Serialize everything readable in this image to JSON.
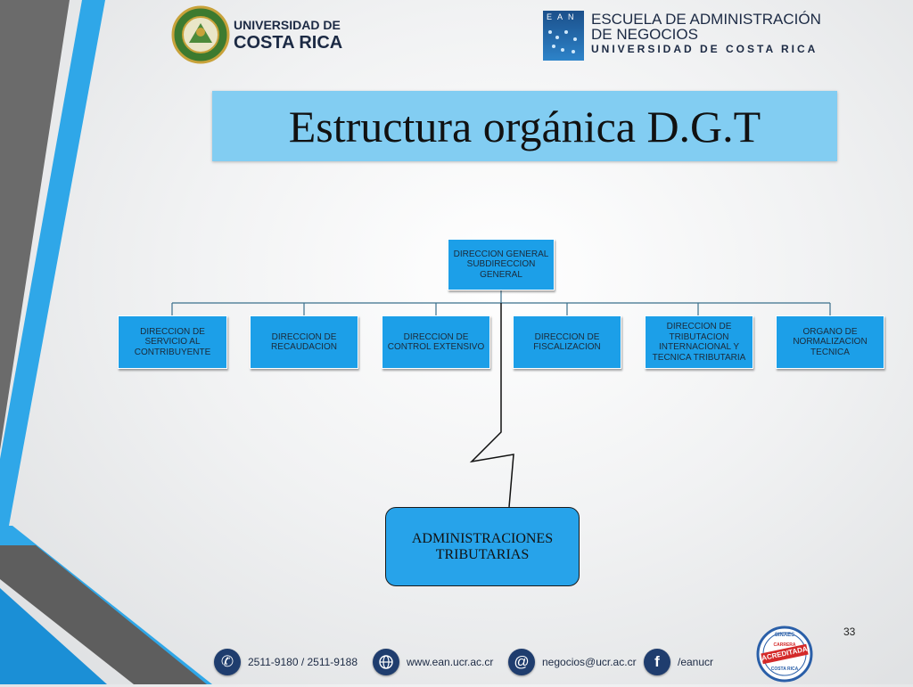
{
  "logos": {
    "ucr": {
      "line1": "UNIVERSIDAD DE",
      "line2": "COSTA RICA"
    },
    "ean": {
      "badge": "E A N",
      "line1": "ESCUELA DE ADMINISTRACIÓN",
      "line2": "DE NEGOCIOS",
      "line3": "UNIVERSIDAD DE COSTA RICA"
    }
  },
  "title": "Estructura orgánica D.G.T",
  "org_chart": {
    "root": "DIRECCION GENERAL\nSUBDIRECCION\nGENERAL",
    "children": [
      "DIRECCION DE\nSERVICIO AL\nCONTRIBUYENTE",
      "DIRECCION DE\nRECAUDACION",
      "DIRECCION DE\nCONTROL EXTENSIVO",
      "DIRECCION DE\nFISCALIZACION",
      "DIRECCION DE\nTRIBUTACION\nINTERNACIONAL Y\nTECNICA TRIBUTARIA",
      "ORGANO DE\nNORMALIZACION\nTECNICA"
    ],
    "bottom": "ADMINISTRACIONES\nTRIBUTARIAS"
  },
  "page_number": "33",
  "footer": {
    "phone": "2511-9180 / 2511-9188",
    "web": "www.ean.ucr.ac.cr",
    "email": "negocios@ucr.ac.cr",
    "facebook": "/eanucr",
    "badge_top": "SINAES",
    "badge_mid1": "CARRERA",
    "badge_mid2": "ACREDITADA",
    "badge_bottom": "COSTA RICA"
  },
  "colors": {
    "title_bg": "#82cdf2",
    "node_bg": "#1c9fe8",
    "admin_bg": "#27a3ea",
    "stripe_blue": "#2fa7e8",
    "stripe_gray": "#5e5e5e",
    "footer_icon": "#1f3d6e",
    "badge_red": "#d42a2a"
  },
  "icons": [
    "phone-icon",
    "globe-icon",
    "at-icon",
    "facebook-icon",
    "ucr-seal-icon",
    "ean-mark-icon",
    "sinaes-badge-icon"
  ]
}
